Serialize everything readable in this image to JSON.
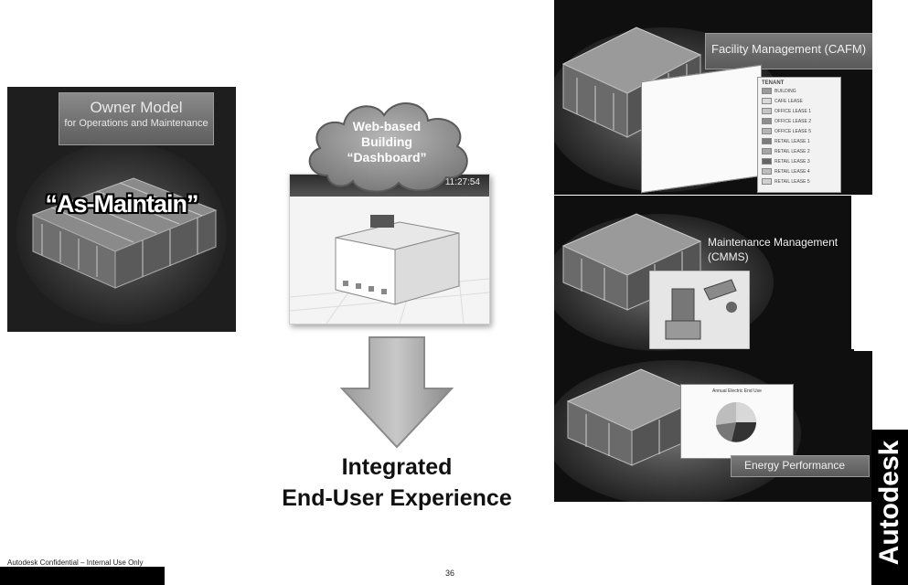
{
  "left_panel": {
    "title": "Owner Model",
    "subtitle": "for Operations and Maintenance",
    "overlay": "“As-Maintain”"
  },
  "center": {
    "cloud_text": [
      "Web-based",
      "Building",
      "“Dashboard”"
    ],
    "dashboard_clock": "11:27:54",
    "result_line1": "Integrated",
    "result_line2": "End-User Experience"
  },
  "right_panels": {
    "cafm_label": "Facility Management (CAFM)",
    "tenant_title": "TENANT",
    "tenant_items": [
      {
        "label": "BUILDING",
        "color": "#9a9a9a"
      },
      {
        "label": "CAFE LEASE",
        "color": "#d8d8d8"
      },
      {
        "label": "OFFICE LEASE 1",
        "color": "#c4c4c4"
      },
      {
        "label": "OFFICE LEASE 2",
        "color": "#8e8e8e"
      },
      {
        "label": "OFFICE LEASE 5",
        "color": "#b5b5b5"
      },
      {
        "label": "RETAIL LEASE 1",
        "color": "#7a7a7a"
      },
      {
        "label": "RETAIL LEASE 2",
        "color": "#a5a5a5"
      },
      {
        "label": "RETAIL LEASE 3",
        "color": "#666666"
      },
      {
        "label": "RETAIL LEASE 4",
        "color": "#bdbdbd"
      },
      {
        "label": "RETAIL LEASE 5",
        "color": "#d0d0d0"
      }
    ],
    "cmms_label_line1": "Maintenance Management",
    "cmms_label_line2": "(CMMS)",
    "energy_label": "Energy Performance",
    "energy_chart_title": "Annual Electric End Use"
  },
  "footer": {
    "confidential": "Autodesk Confidential – Internal Use Only",
    "page_number": "36",
    "logo": "Autodesk"
  }
}
